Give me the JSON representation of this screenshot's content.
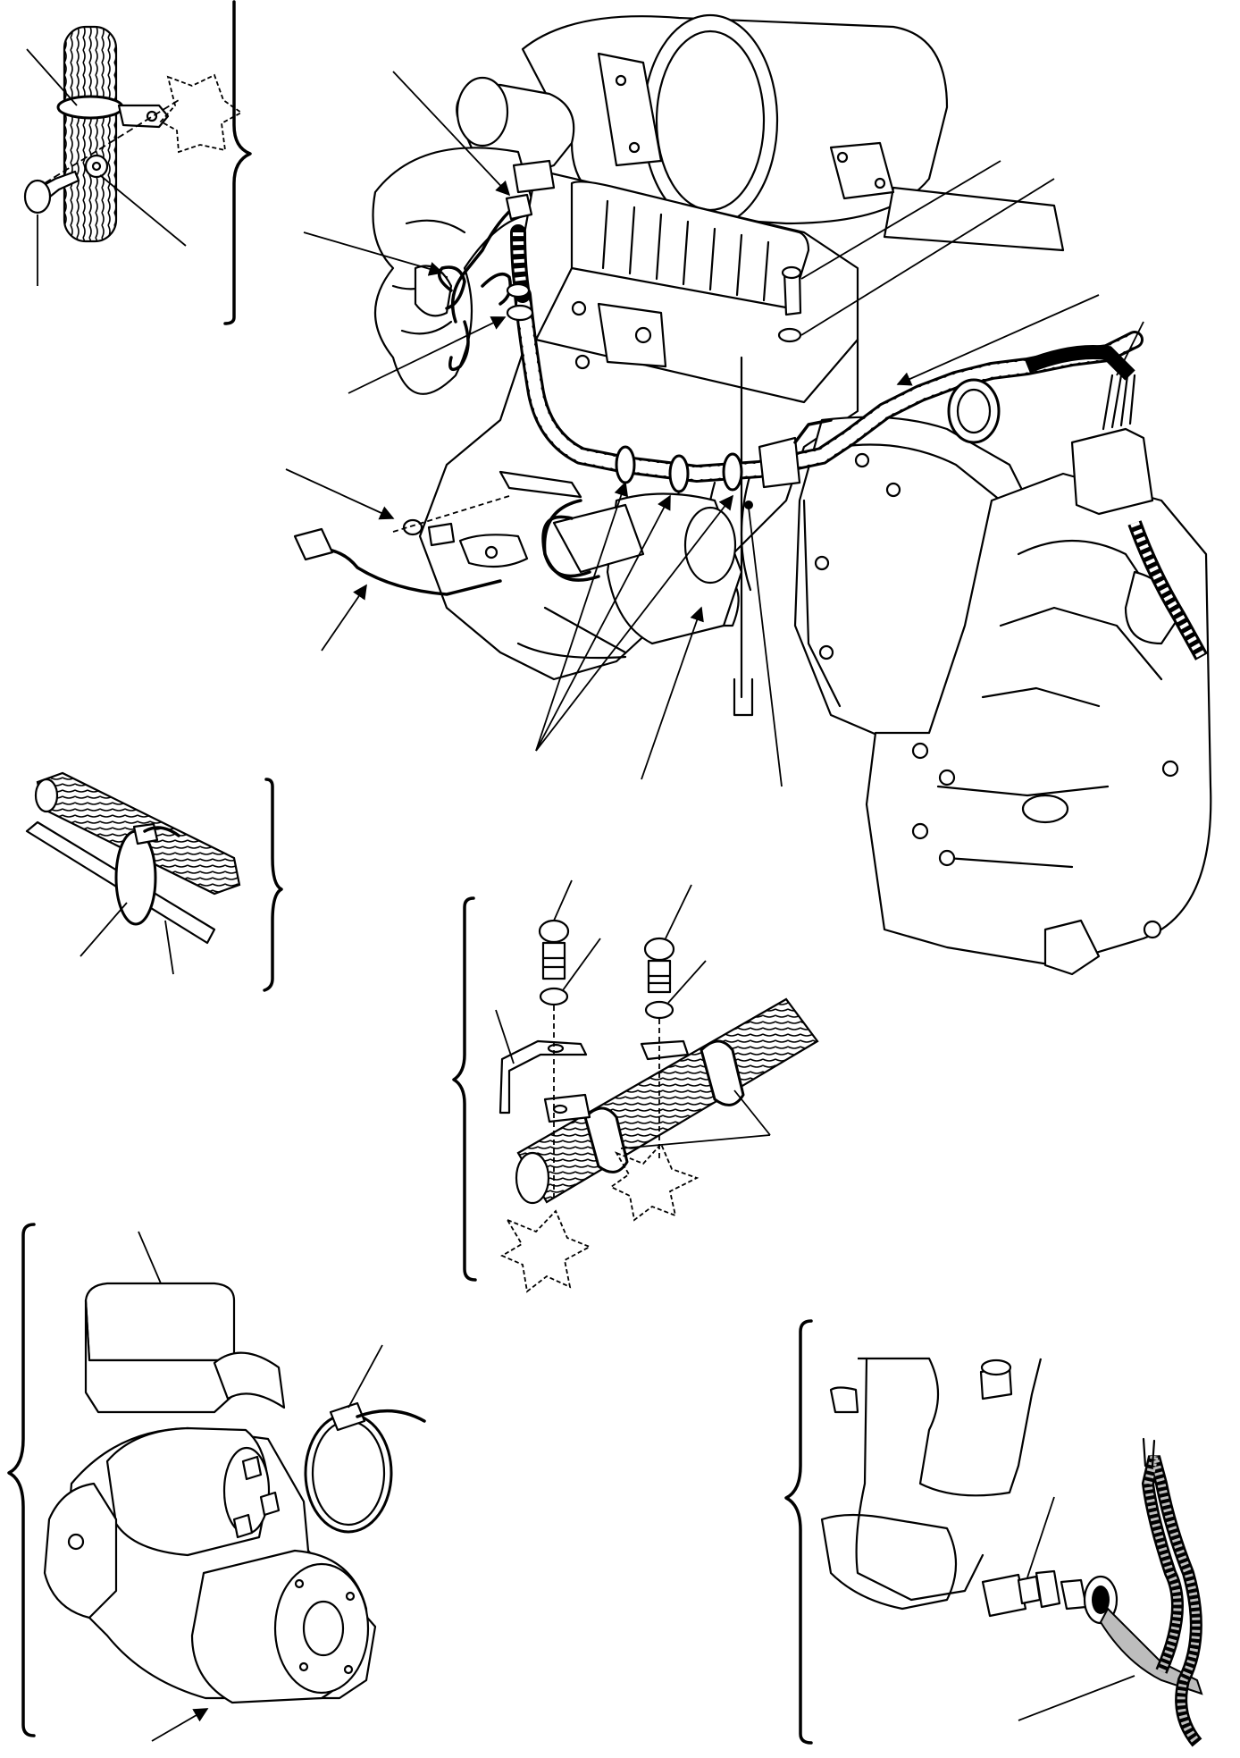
{
  "figure": {
    "type": "exploded technical illustration",
    "views": [
      "engine-wiring-harness-main-view",
      "clamp-bolt-detail",
      "cable-tie-detail",
      "bracket-clamp-detail",
      "starter-cover-detail",
      "sensor-connector-detail"
    ]
  },
  "colors": {
    "line": "#000000",
    "background": "#ffffff",
    "tone": "#bdbdbd"
  }
}
